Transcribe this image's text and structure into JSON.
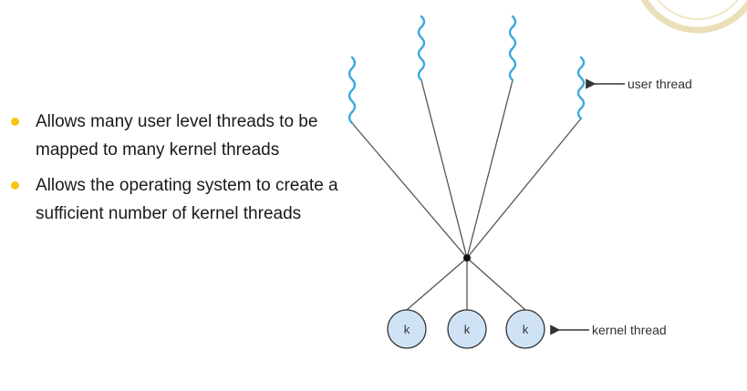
{
  "bullets": [
    {
      "text": "Allows many user level threads to be mapped to many kernel threads"
    },
    {
      "text": "Allows the operating system to create a sufficient number of kernel threads"
    }
  ],
  "diagram": {
    "user_thread_label": "user thread",
    "kernel_thread_label": "kernel thread",
    "kernel_node_letter": "k"
  },
  "colors": {
    "bullet": "#f5c518",
    "wavy_thread": "#3aa8e0",
    "kernel_fill": "#cfe3f5",
    "line": "#555555"
  }
}
